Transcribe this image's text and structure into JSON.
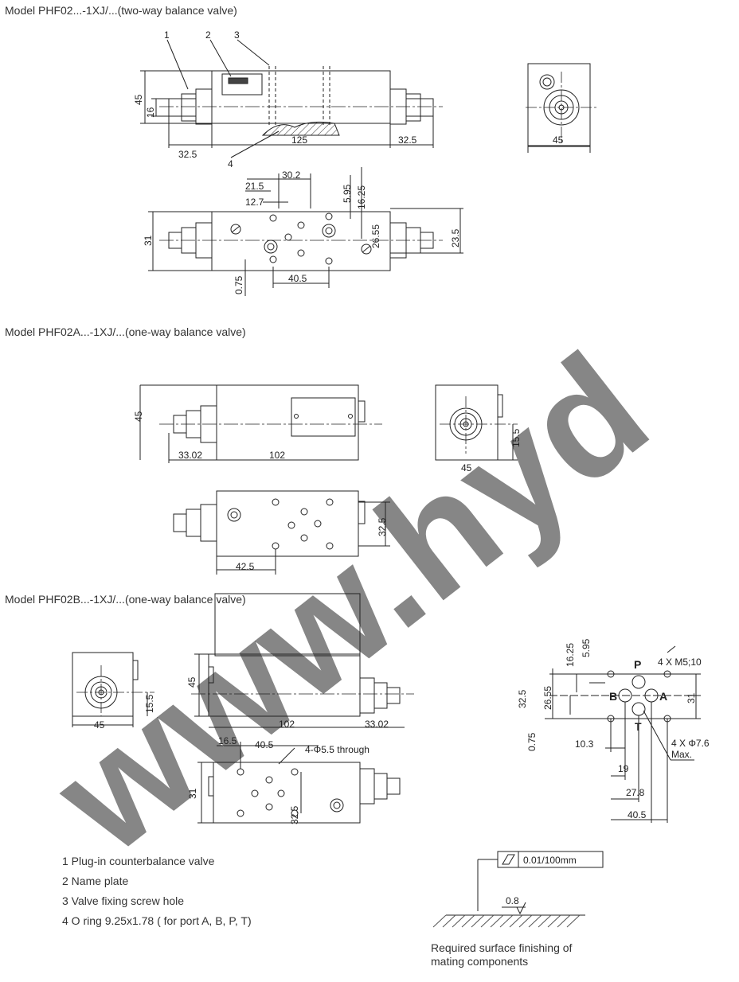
{
  "titles": {
    "two_way": "Model PHF02...-1XJ/...(two-way balance valve)",
    "one_way_a": "Model PHF02A...-1XJ/...(one-way balance valve)",
    "one_way_b": "Model PHF02B...-1XJ/...(one-way balance valve)"
  },
  "callouts": {
    "c1": "1",
    "c2": "2",
    "c3": "3",
    "c4": "4"
  },
  "dims": {
    "d45": "45",
    "d16": "16",
    "d32_5": "32.5",
    "d125": "125",
    "d21_5": "21.5",
    "d30_2": "30.2",
    "d12_7": "12.7",
    "d5_95": "5.95",
    "d16_25": "16.25",
    "d26_55": "26.55",
    "d23_5": "23.5",
    "d31": "31",
    "d0_75": "0.75",
    "d40_5": "40.5",
    "d15_5": "15.5",
    "d33_02": "33.02",
    "d102": "102",
    "d42_5": "42.5",
    "d16_5": "16.5",
    "holes_through": "4-Φ5.5 through",
    "m5": "4 X M5;10",
    "phi76": "4 X Φ7.6",
    "max": "Max.",
    "d10_3": "10.3",
    "d19": "19",
    "d27_8": "27.8"
  },
  "ports": {
    "P": "P",
    "B": "B",
    "A": "A",
    "T": "T"
  },
  "legend": [
    "1 Plug-in counterbalance valve",
    "2 Name plate",
    "3 Valve fixing screw hole",
    "4 O ring 9.25x1.78 ( for port A, B, P, T)"
  ],
  "flatness": "0.01/100mm",
  "roughness": "0.8",
  "surface_caption": [
    "Required surface finishing of",
    "mating components"
  ],
  "watermark": "www.hyd"
}
